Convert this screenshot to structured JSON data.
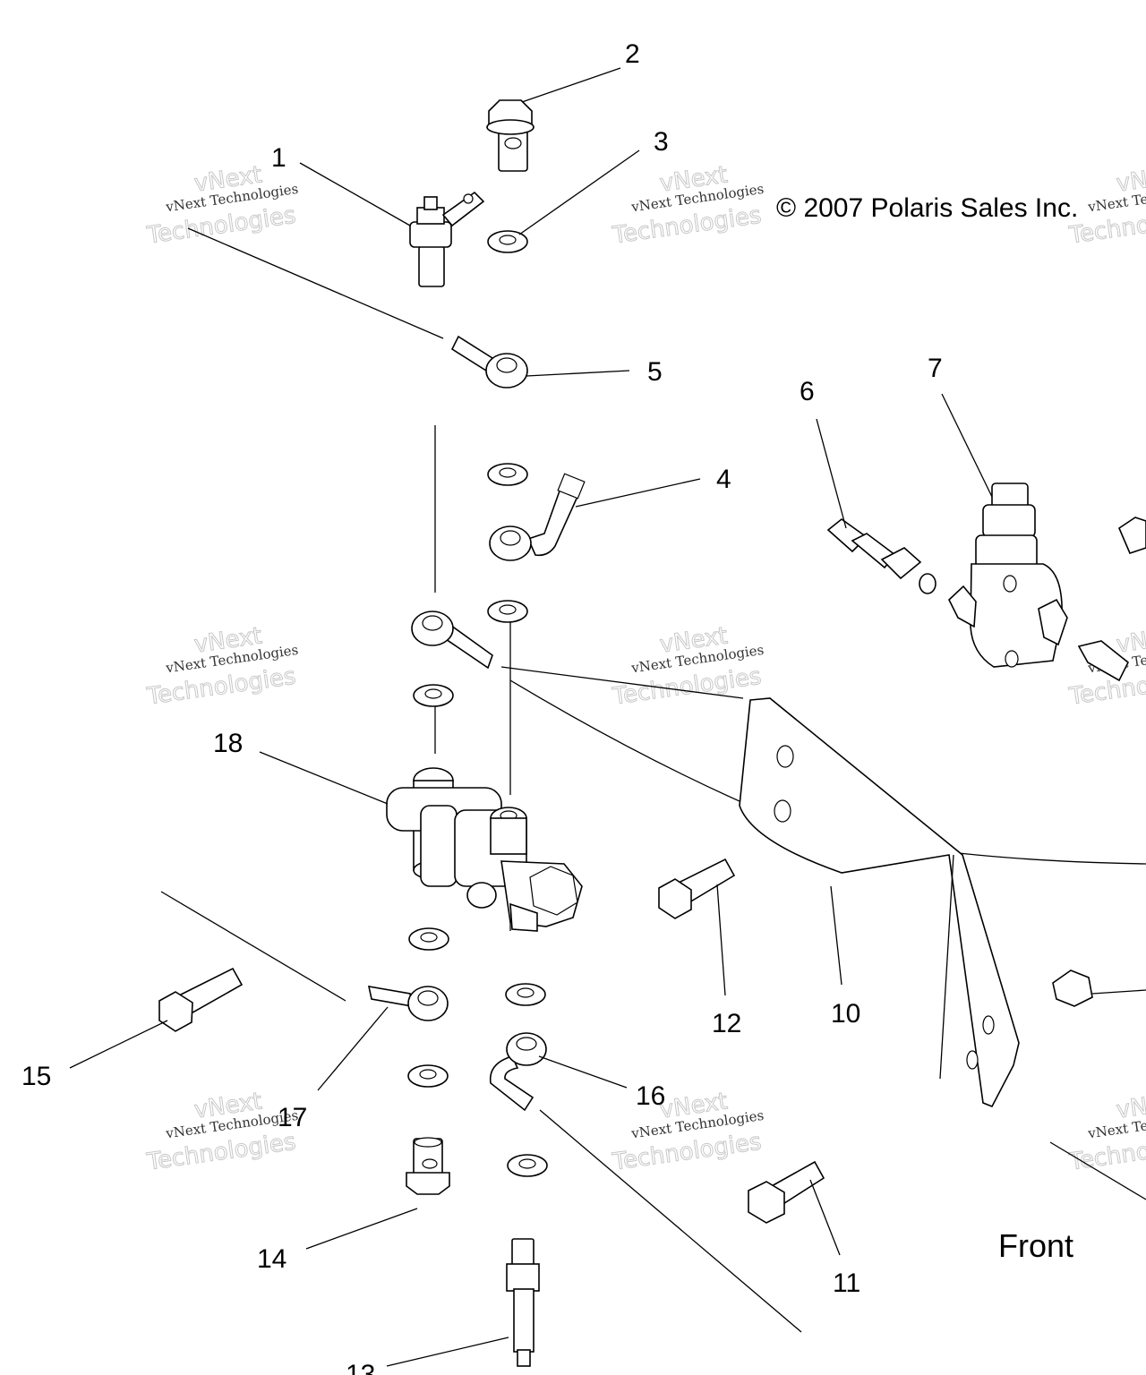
{
  "copyright": "© 2007 Polaris Sales Inc.",
  "front_label": "Front",
  "watermark": {
    "line1": "vNext Technologies",
    "line2": "vNext",
    "line3": "Technologies"
  },
  "callouts": {
    "c1": "1",
    "c2": "2",
    "c3": "3",
    "c4": "4",
    "c5": "5",
    "c6": "6",
    "c7": "7",
    "c10": "10",
    "c11": "11",
    "c12": "12",
    "c13": "13",
    "c14": "14",
    "c15": "15",
    "c16": "16",
    "c17": "17",
    "c18": "18"
  }
}
